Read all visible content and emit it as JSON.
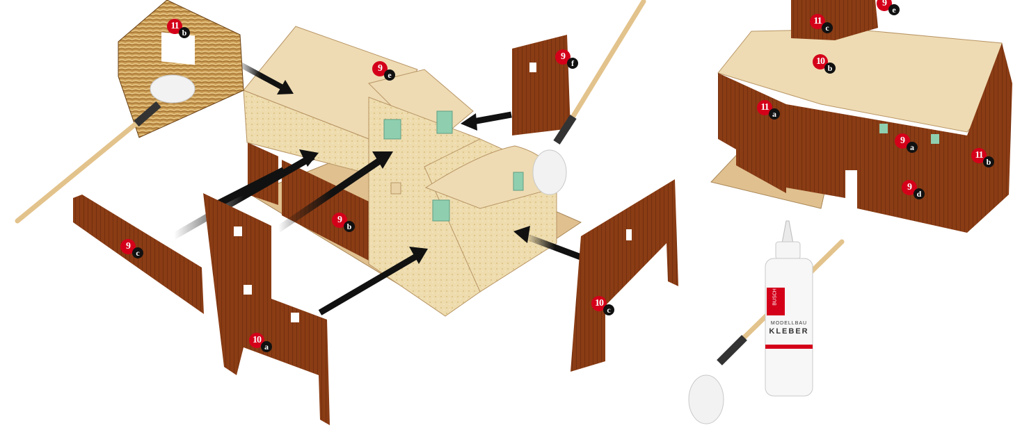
{
  "labels": {
    "l9a": {
      "num": "9",
      "letter": "a"
    },
    "l9b": {
      "num": "9",
      "letter": "b"
    },
    "l9c": {
      "num": "9",
      "letter": "c"
    },
    "l9d": {
      "num": "9",
      "letter": "d"
    },
    "l9e": {
      "num": "9",
      "letter": "e"
    },
    "l9e2": {
      "num": "9",
      "letter": "e"
    },
    "l9f": {
      "num": "9",
      "letter": "f"
    },
    "l10a": {
      "num": "10",
      "letter": "a"
    },
    "l10b": {
      "num": "10",
      "letter": "b"
    },
    "l10c": {
      "num": "10",
      "letter": "c"
    },
    "l11a": {
      "num": "11",
      "letter": "a"
    },
    "l11b": {
      "num": "11",
      "letter": "b"
    },
    "l11b2": {
      "num": "11",
      "letter": "b"
    },
    "l11c": {
      "num": "11",
      "letter": "c"
    }
  },
  "glue_bottle": {
    "line1": "MODELLBAU",
    "line2": "KLEBER",
    "brand": "BUSCH"
  },
  "colors": {
    "wood_brown": "#8a3c14",
    "plywood": "#e9d3a6",
    "arrow": "#111111",
    "badge_red": "#d4001a"
  }
}
